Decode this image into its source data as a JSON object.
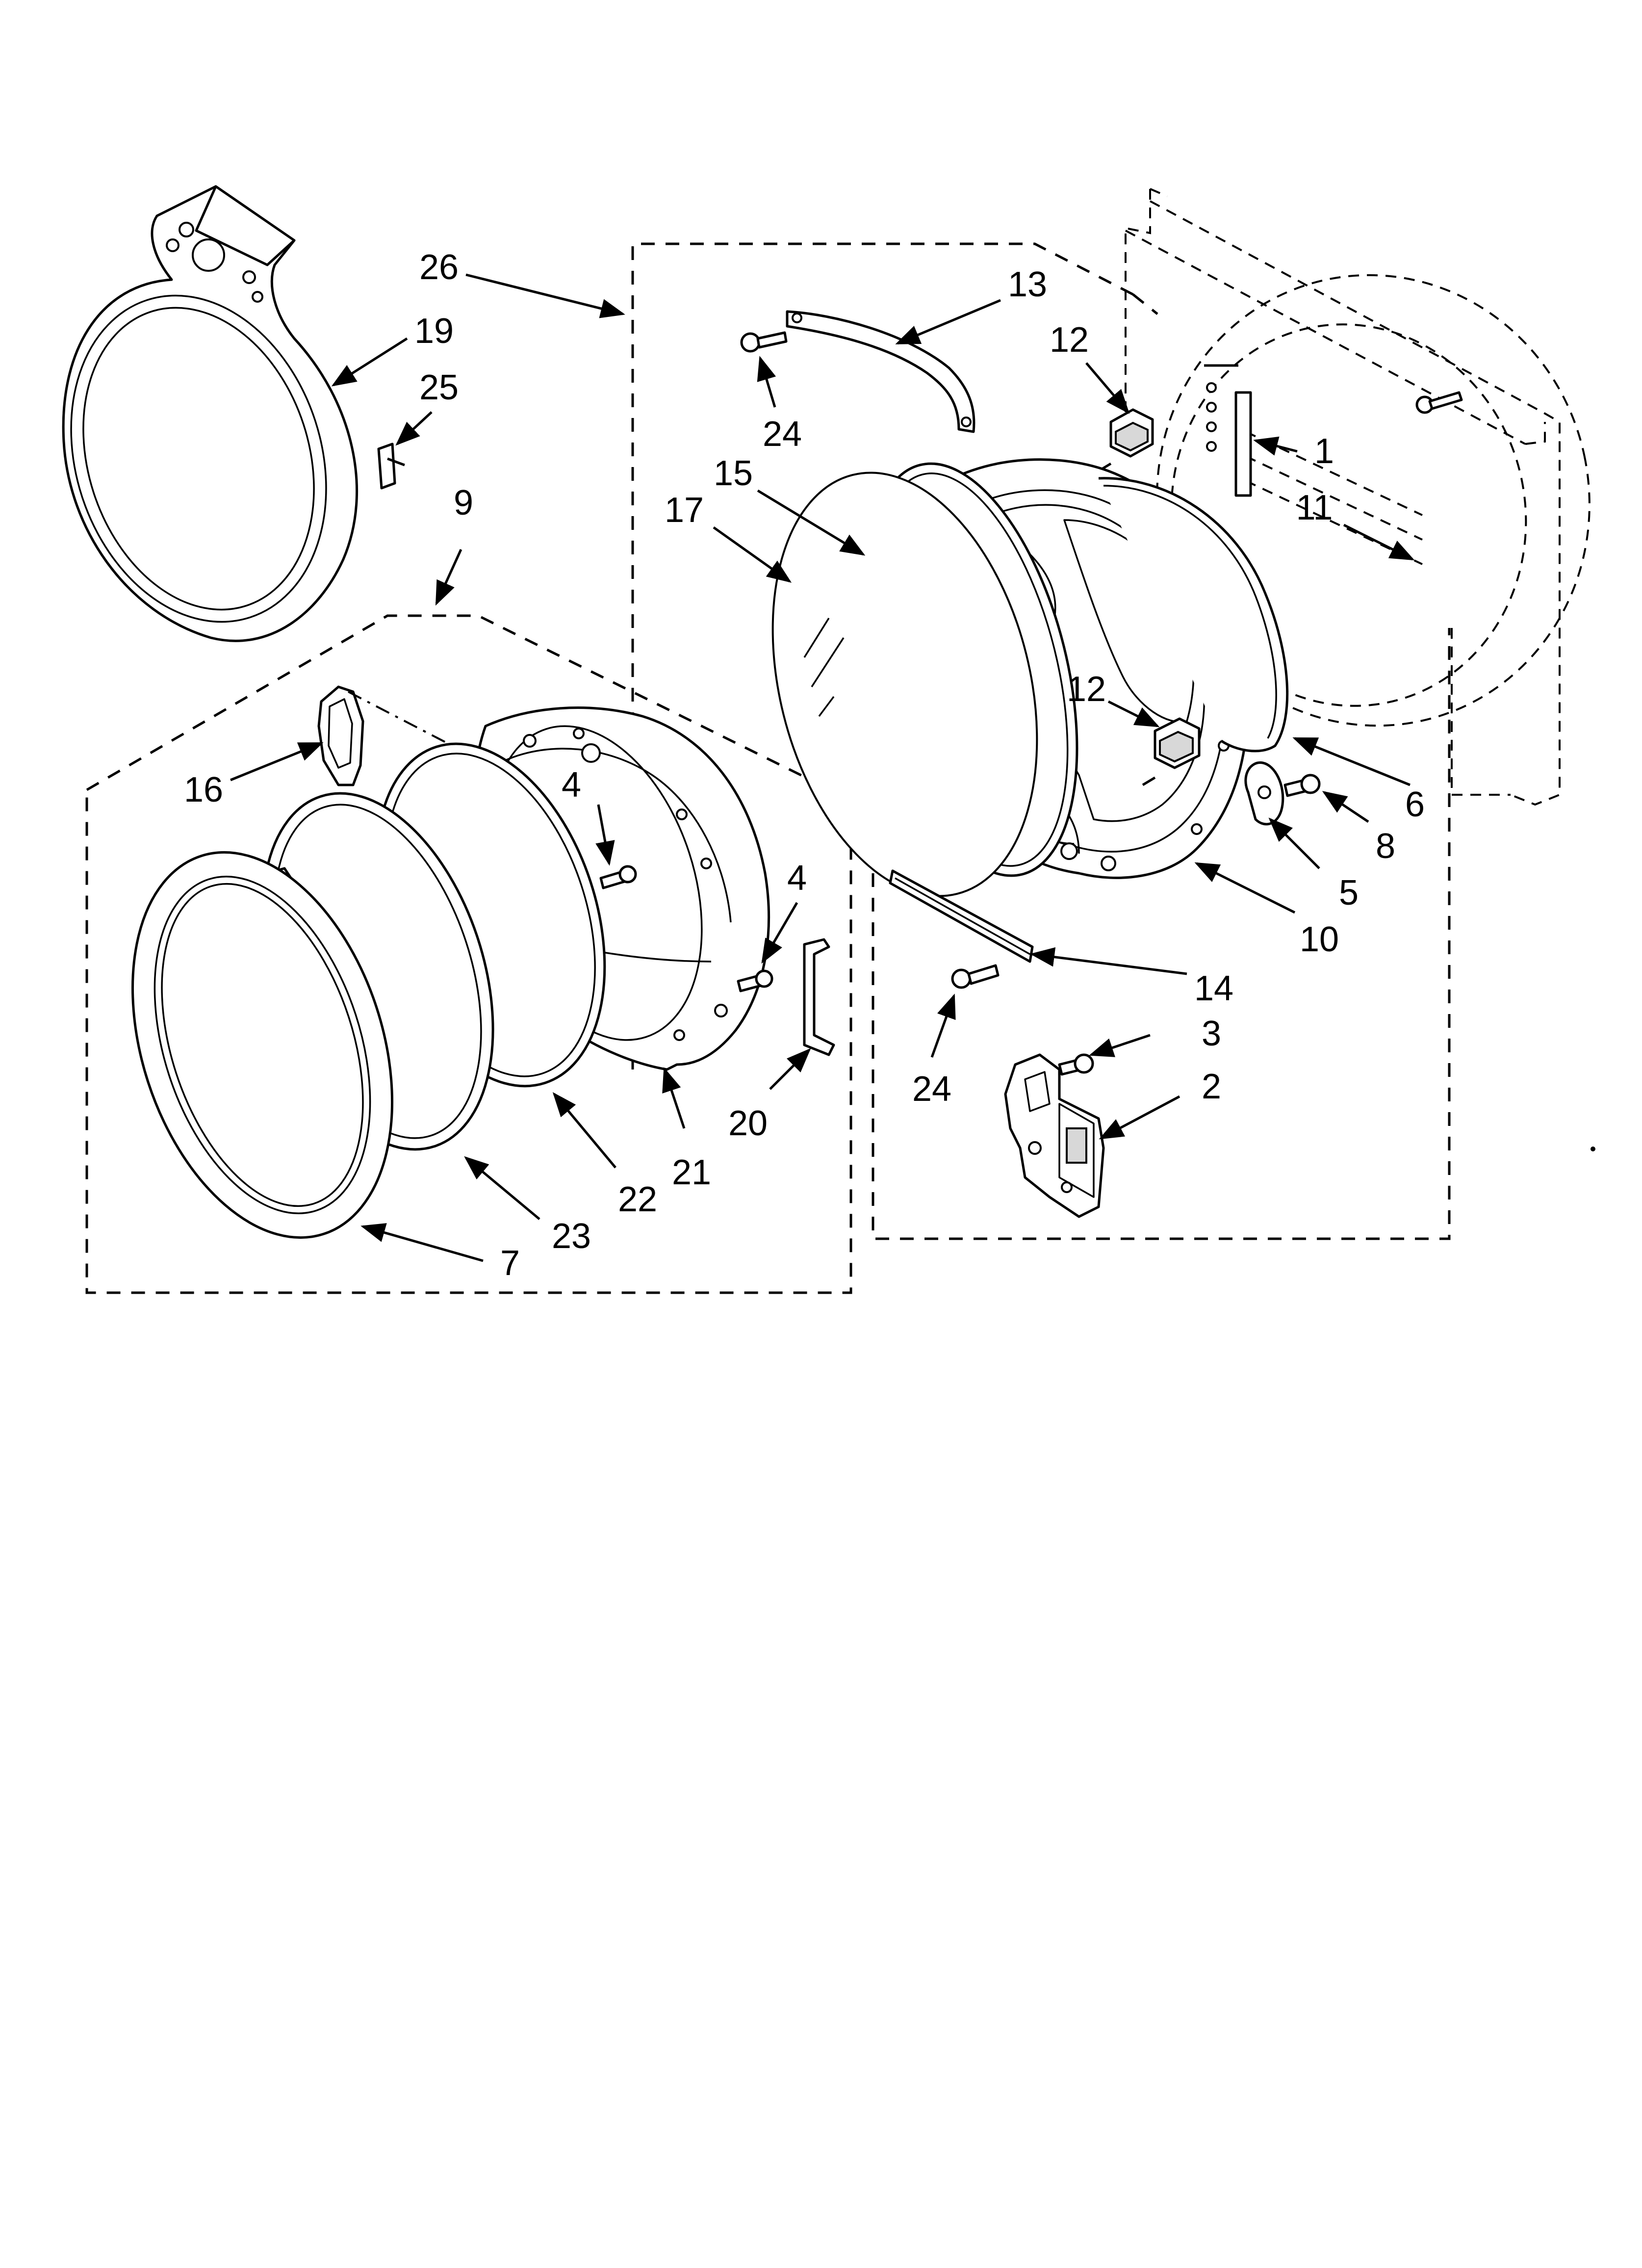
{
  "diagram": {
    "callouts": [
      {
        "id": "c26",
        "label": "26"
      },
      {
        "id": "c19",
        "label": "19"
      },
      {
        "id": "c25",
        "label": "25"
      },
      {
        "id": "c9",
        "label": "9"
      },
      {
        "id": "c13",
        "label": "13"
      },
      {
        "id": "c12a",
        "label": "12"
      },
      {
        "id": "c24a",
        "label": "24"
      },
      {
        "id": "c15",
        "label": "15"
      },
      {
        "id": "c17",
        "label": "17"
      },
      {
        "id": "c1",
        "label": "1"
      },
      {
        "id": "c11",
        "label": "11"
      },
      {
        "id": "c12b",
        "label": "12"
      },
      {
        "id": "c16",
        "label": "16"
      },
      {
        "id": "c4a",
        "label": "4"
      },
      {
        "id": "c4b",
        "label": "4"
      },
      {
        "id": "c6",
        "label": "6"
      },
      {
        "id": "c8",
        "label": "8"
      },
      {
        "id": "c5",
        "label": "5"
      },
      {
        "id": "c10",
        "label": "10"
      },
      {
        "id": "c14",
        "label": "14"
      },
      {
        "id": "c3",
        "label": "3"
      },
      {
        "id": "c24b",
        "label": "24"
      },
      {
        "id": "c2",
        "label": "2"
      },
      {
        "id": "c20",
        "label": "20"
      },
      {
        "id": "c21",
        "label": "21"
      },
      {
        "id": "c22",
        "label": "22"
      },
      {
        "id": "c23",
        "label": "23"
      },
      {
        "id": "c7",
        "label": "7"
      }
    ]
  }
}
